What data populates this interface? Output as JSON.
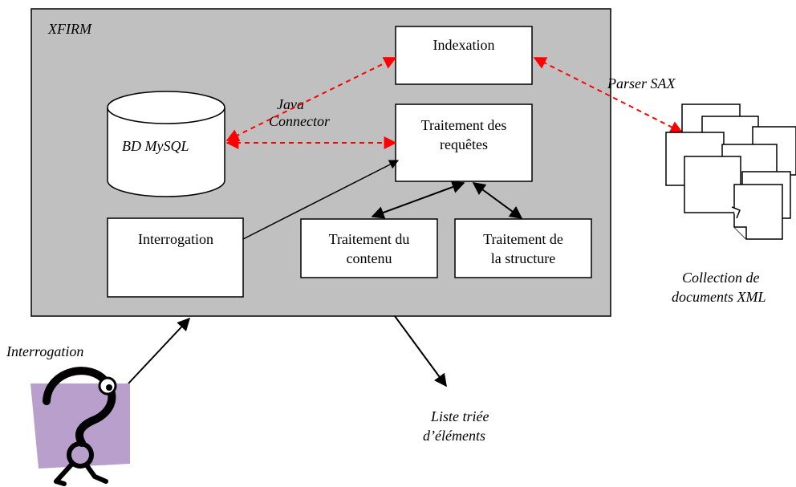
{
  "diagram": {
    "system": {
      "label": "XFIRM"
    },
    "database": {
      "label": "BD MySQL"
    },
    "connector_label": {
      "line1": "Java",
      "line2": "Connector"
    },
    "parser_label": "Parser SAX",
    "modules": {
      "indexation": {
        "label": "Indexation"
      },
      "query_processing": {
        "line1": "Traitement des",
        "line2": "requêtes"
      },
      "interrogation": {
        "label": "Interrogation"
      },
      "content_processing": {
        "line1": "Traitement du",
        "line2": "contenu"
      },
      "structure_processing": {
        "line1": "Traitement de",
        "line2": "la structure"
      }
    },
    "collection_label": {
      "line1": "Collection de",
      "line2": "documents XML"
    },
    "user_query_label": "Interrogation",
    "result_label": {
      "line1": "Liste triée",
      "line2": "d’éléments"
    },
    "colors": {
      "system_fill": "#c0c0c0",
      "dashed_link": "#ff0000",
      "user_figure_bg": "#b9a0cc",
      "ink": "#000000"
    },
    "icons": [
      "database-cylinder-icon",
      "document-stack-icon",
      "question-mark-user-icon"
    ]
  }
}
